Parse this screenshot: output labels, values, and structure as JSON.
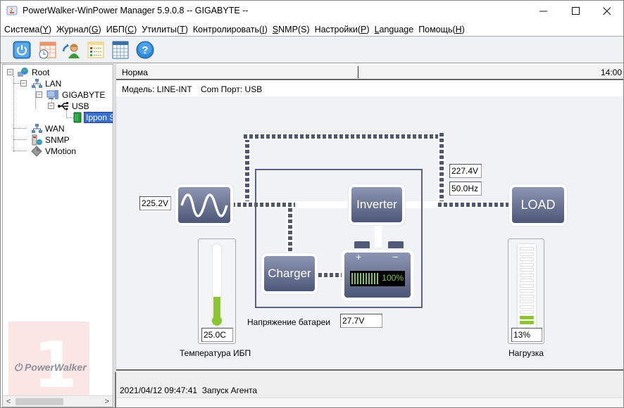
{
  "window": {
    "title": "PowerWalker-WinPower Manager 5.9.0.8 -- GIGABYTE --",
    "controls": {
      "minimize": "minimize",
      "maximize": "maximize",
      "close": "close"
    }
  },
  "menu": [
    {
      "label": "Система(",
      "key": "Y",
      "suffix": ")"
    },
    {
      "label": "Журнал(",
      "key": "G",
      "suffix": ")"
    },
    {
      "label": "ИБП(",
      "key": "C",
      "suffix": ")"
    },
    {
      "label": "Утилиты(",
      "key": "T",
      "suffix": ")"
    },
    {
      "label": "Контролировать(",
      "key": "I",
      "suffix": ")"
    },
    {
      "label": "",
      "key": "S",
      "suffix": "NMP(S)"
    },
    {
      "label": "Настройки(",
      "key": "P",
      "suffix": ")"
    },
    {
      "label": "",
      "key": "L",
      "suffix": "anguage"
    },
    {
      "label": "Помощь(",
      "key": "H",
      "suffix": ")"
    }
  ],
  "toolbar": [
    {
      "icon": "power-icon"
    },
    {
      "icon": "schedule-icon"
    },
    {
      "icon": "agent-user-icon"
    },
    {
      "icon": "event-list-icon"
    },
    {
      "icon": "data-table-icon"
    },
    {
      "icon": "help-icon"
    }
  ],
  "tree": {
    "root": "Root",
    "lan": "LAN",
    "host": "GIGABYTE",
    "usb": "USB",
    "device": "Ippon S",
    "wan": "WAN",
    "snmp": "SNMP",
    "vmotion": "VMotion"
  },
  "watermark": {
    "brand": "PowerWalker"
  },
  "status": {
    "state": "Норма",
    "time": "14:00",
    "model_label": "Модель: LINE-INT",
    "port_label": "Com Порт: USB"
  },
  "diagram": {
    "input_voltage": "225.2V",
    "output_voltage": "227.4V",
    "output_frequency": "50.0Hz",
    "inverter_label": "Inverter",
    "charger_label": "Charger",
    "load_label": "LOAD",
    "battery": {
      "plus": "+",
      "minus": "−",
      "charge_percent": 100,
      "charge_text": "100%"
    },
    "battery_voltage_label": "Напряжение батареи",
    "battery_voltage": "27.7V",
    "temperature": {
      "value_text": "25.0C",
      "label": "Температура ИБП",
      "level_fraction": 0.3
    },
    "load": {
      "value_text": "13%",
      "label": "Нагрузка",
      "percent": 13
    }
  },
  "log": {
    "entries": [
      {
        "timestamp": "2021/04/12 09:47:41",
        "message": "Запуск Агента"
      }
    ]
  },
  "colors": {
    "accent_green": "#8cc531",
    "node_dark": "#4c5677",
    "selection_blue": "#3470d8"
  }
}
